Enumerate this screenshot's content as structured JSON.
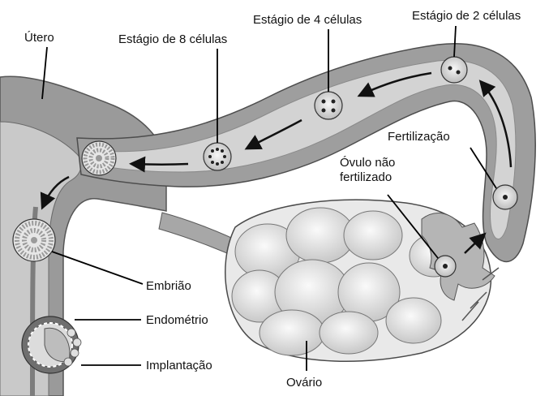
{
  "labels": {
    "utero": "Útero",
    "stage8": "Estágio de 8 células",
    "stage4": "Estágio de 4 células",
    "stage2": "Estágio de 2 células",
    "fertilizacao": "Fertilização",
    "ovulo_line1": "Óvulo não",
    "ovulo_line2": "fertilizado",
    "embriao": "Embrião",
    "endometrio": "Endométrio",
    "implantacao": "Implantação",
    "ovario": "Ovário"
  },
  "colors": {
    "tissue_dark": "#7a7a7a",
    "tissue_mid": "#a9a9a9",
    "tissue_light": "#d2d2d2",
    "ovary": "#ececec",
    "leader": "#000000"
  }
}
